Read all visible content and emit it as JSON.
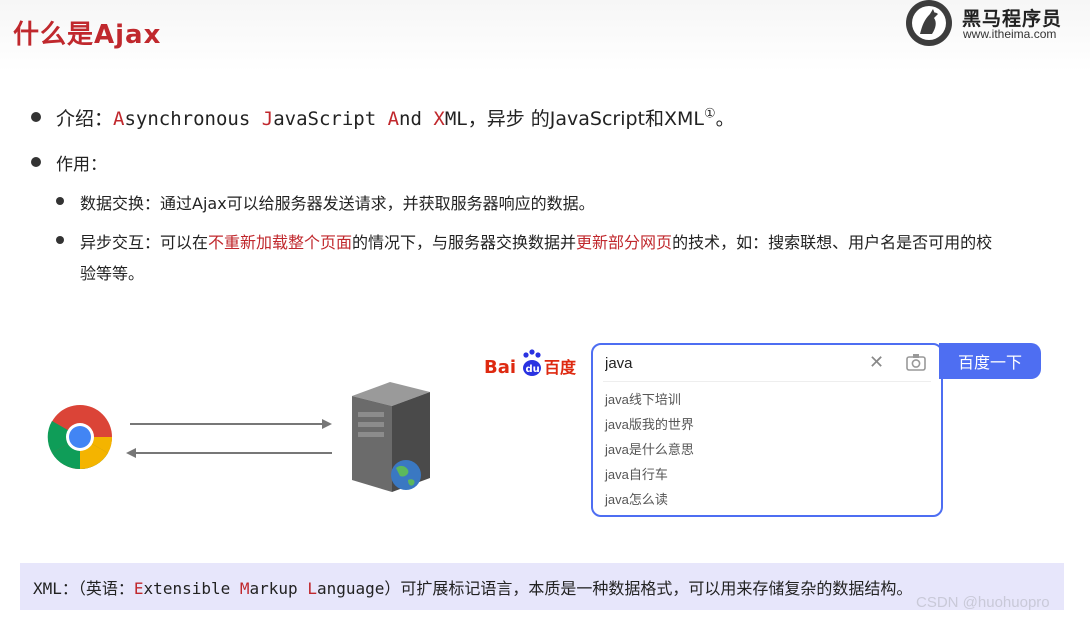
{
  "slide": {
    "title": "什么是Ajax"
  },
  "logo": {
    "name": "黑马程序员",
    "url": "www.itheima.com"
  },
  "intro": {
    "label": "介绍：",
    "a1": "A",
    "a2": "synchronous ",
    "j1": "J",
    "j2": "avaScript ",
    "n1": "A",
    "n2": "nd ",
    "x1": "X",
    "x2": "ML",
    "rest": "，异步 的JavaScript和XML",
    "footnote": "①",
    "end": "。"
  },
  "usage": {
    "label": "作用：",
    "items": [
      {
        "text": "数据交换：通过Ajax可以给服务器发送请求，并获取服务器响应的数据。"
      },
      {
        "pre": "异步交互：可以在",
        "hl1": "不重新加载整个页面",
        "mid": "的情况下，与服务器交换数据并",
        "hl2": "更新部分网页",
        "post": "的技术，如：搜索联想、用户名是否可用的校",
        "cont": "验等等。"
      }
    ]
  },
  "search": {
    "logo_text": "百度",
    "query": "java",
    "button_label": "百度一下",
    "suggestions": [
      "java线下培训",
      "java版我的世界",
      "java是什么意思",
      "java自行车",
      "java怎么读"
    ]
  },
  "footer": {
    "prefix": "XML：（英语：",
    "e1": "E",
    "e2": "xtensible ",
    "m1": "M",
    "m2": "arkup ",
    "l1": "L",
    "l2": "anguage",
    "rest": "）可扩展标记语言，本质是一种数据格式，可以用来存储复杂的数据结构。"
  },
  "watermark": "CSDN @huohuopro",
  "colors": {
    "accent": "#c0282d",
    "baidu_blue": "#4e6ef2",
    "footer_bg": "#e7e6fb"
  }
}
